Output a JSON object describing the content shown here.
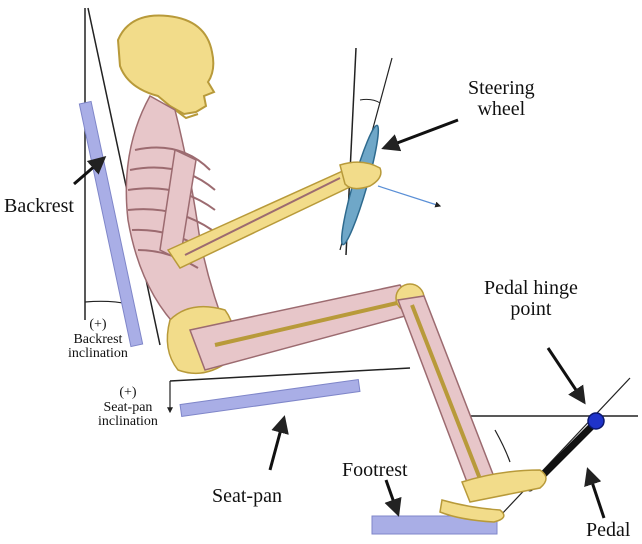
{
  "labels": {
    "steering_wheel": [
      "Steering",
      "wheel"
    ],
    "backrest": "Backrest",
    "backrest_inclination": [
      "(+)",
      "Backrest",
      "inclination"
    ],
    "seatpan_inclination": [
      "(+)",
      "Seat-pan",
      "inclination"
    ],
    "seat_pan": "Seat-pan",
    "pedal_hinge_point": [
      "Pedal hinge",
      "point"
    ],
    "footrest": "Footrest",
    "pedal": "Pedal"
  },
  "colors": {
    "bone": "#f2dc8a",
    "bone_outline": "#b89a3a",
    "muscle": "#e7c6c9",
    "muscle_outline": "#9c6b70",
    "seat_part": "#a9aee6",
    "steering": "#6fa7c8",
    "hinge": "#1f33c9",
    "pedal": "#111111",
    "line": "#222222"
  }
}
